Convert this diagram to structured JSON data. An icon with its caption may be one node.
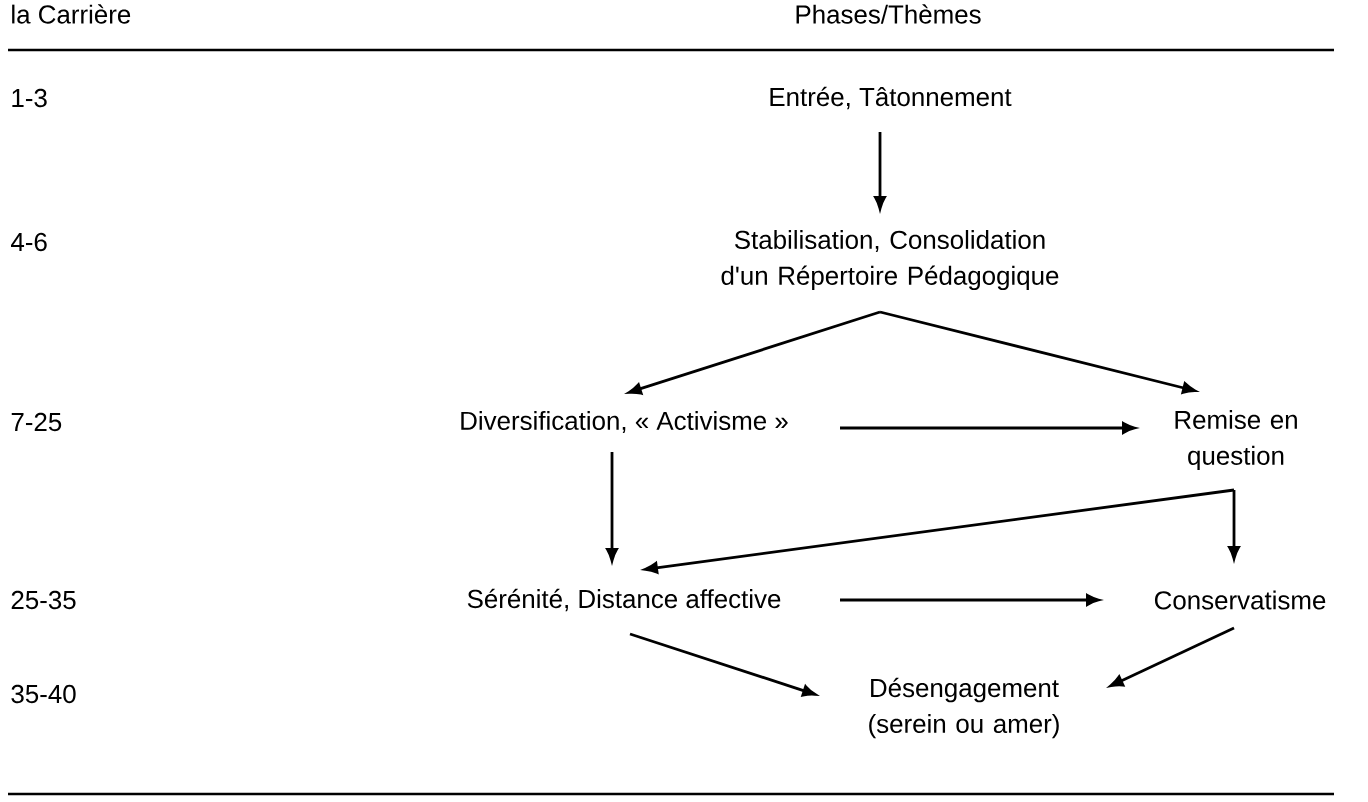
{
  "diagram": {
    "nodes": [
      {
        "text": [
          "Entrée, Tâtonnement"
        ]
      },
      {
        "text": [
          "Stabilisation, Consolidation d'un Répertoire Pédagogique"
        ]
      },
      {
        "text": [
          "Diversification, « Activisme »"
        ]
      },
      {
        "text": [
          "Remise en question"
        ]
      },
      {
        "text": [
          "Sérénité, Distance affective"
        ]
      },
      {
        "text": [
          "Conservatisme"
        ]
      },
      {
        "text": [
          "Désengagement (serein ou amer)"
        ]
      }
    ],
    "edges": [
      {
        "from": 0,
        "to": 1,
        "arrow": "to"
      },
      {
        "from": 1,
        "to": 2,
        "arrow": "to"
      },
      {
        "from": 1,
        "to": 3,
        "arrow": "to"
      },
      {
        "from": 2,
        "to": 3,
        "arrow": "to"
      },
      {
        "from": 2,
        "to": 4,
        "arrow": "to"
      },
      {
        "from": 3,
        "to": 4,
        "arrow": "to"
      },
      {
        "from": 3,
        "to": 5,
        "arrow": "to"
      },
      {
        "from": 4,
        "to": 5,
        "arrow": "to"
      },
      {
        "from": 4,
        "to": 6,
        "arrow": "to"
      },
      {
        "from": 5,
        "to": 6,
        "arrow": "to"
      }
    ],
    "labels": [
      "la Carrière",
      "Phases/Thèmes",
      "1-3",
      "4-6",
      "7-25",
      "25-35",
      "35-40"
    ]
  }
}
